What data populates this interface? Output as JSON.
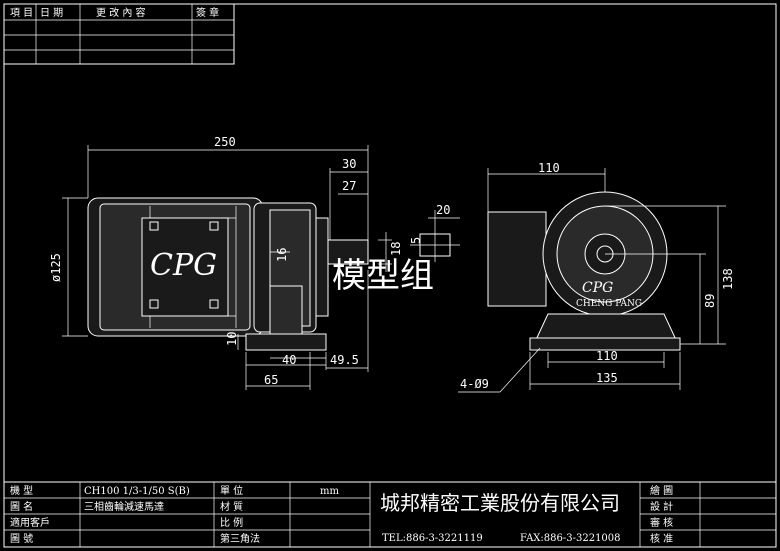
{
  "revision_header": {
    "item": "項 目",
    "date": "日 期",
    "change": "更 改 內 容",
    "sign": "簽 章"
  },
  "watermark": "模型组",
  "logo_side": "CPG",
  "logo_front": "CPG",
  "brand_front": "CHENG PANG",
  "dimensions": {
    "overall_length": "250",
    "shaft_30": "30",
    "shaft_27": "27",
    "key_20": "20",
    "key_5": "5",
    "shaft_dia_18": "18",
    "dim_16": "16",
    "motor_dia": "ø125",
    "base_10": "10",
    "base_40": "40",
    "base_49_5": "49.5",
    "base_65": "65",
    "front_width_110": "110",
    "front_height_138": "138",
    "front_height_89": "89",
    "front_base_110": "110",
    "front_base_135": "135",
    "holes": "4-Ø9"
  },
  "title_block": {
    "model_label": "機 型",
    "model_value": "CH100 1/3-1/50 S(B)",
    "name_label": "圖 名",
    "name_value": "三相齒輪減速馬達",
    "customer_label": "適用客戶",
    "drawing_no_label": "圖 號",
    "unit_label": "單 位",
    "unit_value": "mm",
    "material_label": "材 質",
    "scale_label": "比 例",
    "projection_label": "第三角法",
    "company": "城邦精密工業股份有限公司",
    "tel": "TEL:886-3-3221119",
    "fax": "FAX:886-3-3221008",
    "drawn_label": "繪 圖",
    "design_label": "設 計",
    "check_label": "審 核",
    "approve_label": "核 准"
  }
}
